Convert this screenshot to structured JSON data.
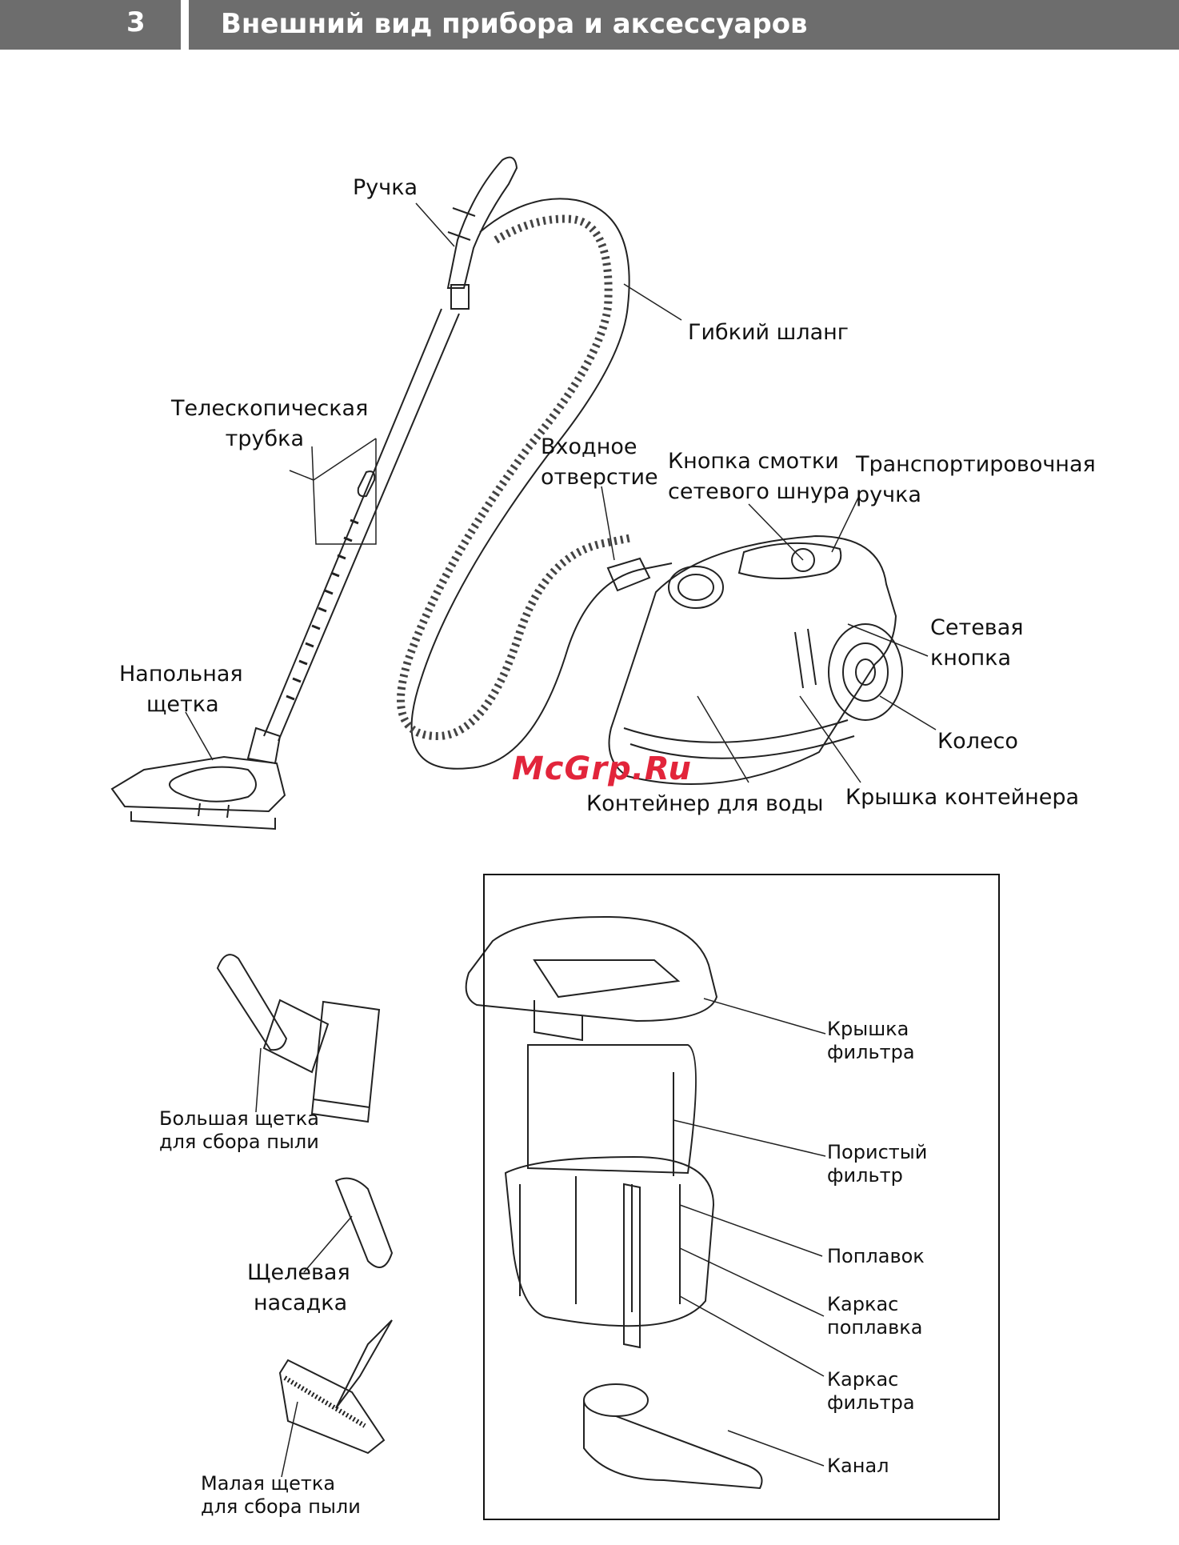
{
  "header": {
    "page_number": "3",
    "title": "Внешний вид прибора и аксессуаров"
  },
  "main_labels": {
    "handle": "Ручка",
    "hose": "Гибкий шланг",
    "tube_l1": "Телескопическая",
    "tube_l2": "трубка",
    "inlet_l1": "Входное",
    "inlet_l2": "отверстие",
    "cord_l1": "Кнопка смотки",
    "cord_l2": "сетевого шнура",
    "carry_l1": "Транспортировочная",
    "carry_l2": "ручка",
    "floor_l1": "Напольная",
    "floor_l2": "щетка",
    "power_l1": "Сетевая",
    "power_l2": "кнопка",
    "wheel": "Колесо",
    "water_tank": "Контейнер для воды",
    "tank_lid": "Крышка контейнера"
  },
  "accessories": {
    "big_brush_l1": "Большая щетка",
    "big_brush_l2": "для сбора пыли",
    "crevice_l1": "Щелевая",
    "crevice_l2": "насадка",
    "small_brush_l1": "Малая щетка",
    "small_brush_l2": "для сбора пыли"
  },
  "filter_parts": {
    "filter_lid_l1": "Крышка",
    "filter_lid_l2": "фильтра",
    "porous_l1": "Пористый",
    "porous_l2": "фильтр",
    "float": "Поплавок",
    "float_frame_l1": "Каркас",
    "float_frame_l2": "поплавка",
    "filter_frame_l1": "Каркас",
    "filter_frame_l2": "фильтра",
    "channel": "Канал"
  },
  "watermark": "McGrp.Ru",
  "colors": {
    "header_bg": "#6d6d6d",
    "watermark": "#e2253b"
  }
}
